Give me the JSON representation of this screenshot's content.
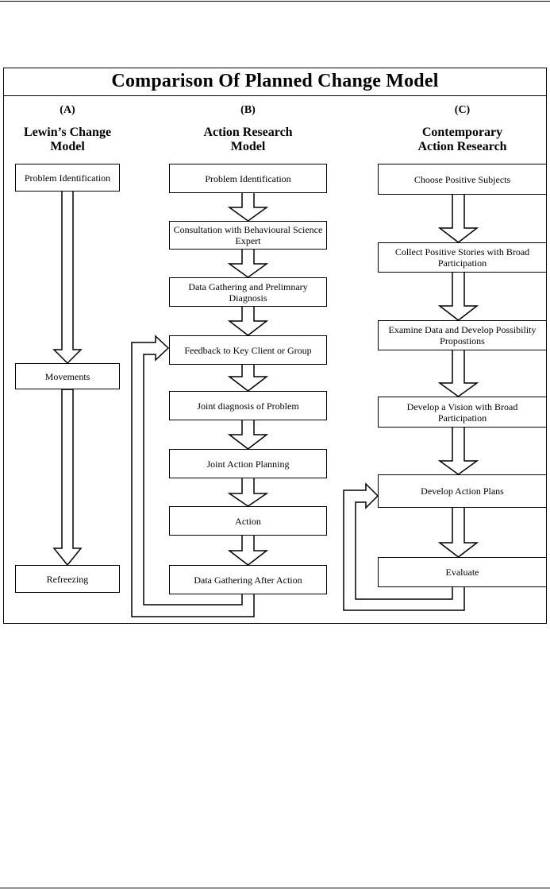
{
  "title": "Comparison Of Planned Change Model",
  "columns": [
    {
      "letter": "(A)",
      "heading_line1": "Lewin’s Change",
      "heading_line2": "Model",
      "steps": [
        "Problem Identification",
        "Movements",
        "Refreezing"
      ]
    },
    {
      "letter": "(B)",
      "heading_line1": "Action Research",
      "heading_line2": "Model",
      "steps": [
        "Problem Identification",
        "Consultation with Behavioural Science Expert",
        "Data Gathering and Prelimnary Diagnosis",
        "Feedback to Key Client or Group",
        "Joint diagnosis of Problem",
        "Joint Action Planning",
        "Action",
        "Data Gathering After Action"
      ]
    },
    {
      "letter": "(C)",
      "heading_line1": "Contemporary",
      "heading_line2": "Action Research",
      "steps": [
        "Choose Positive Subjects",
        "Collect Positive Stories with Broad Participation",
        "Examine Data and Develop Possibility Propostions",
        "Develop a Vision with Broad Participation",
        "Develop Action Plans",
        "Evaluate"
      ]
    }
  ]
}
